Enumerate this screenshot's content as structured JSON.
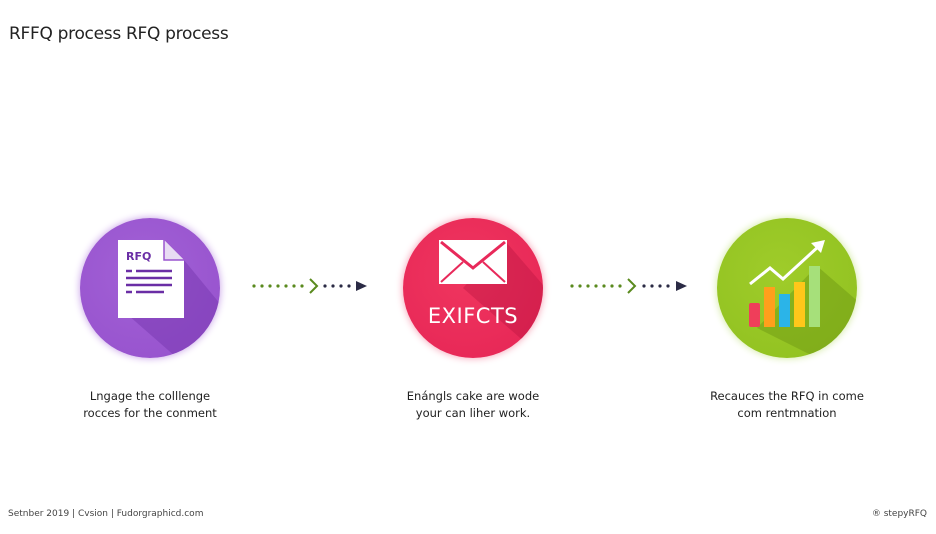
{
  "title": "RFFQ process RFQ process",
  "steps": [
    {
      "icon": "rfq-document-icon",
      "doc_label": "RFQ",
      "caption": [
        "Lngage the colllenge",
        "rocces for the conment"
      ],
      "color": "#9a55cf"
    },
    {
      "icon": "envelope-icon",
      "label": "EXIFCTS",
      "caption": [
        "Enángls cake are wode",
        "your can liher work."
      ],
      "color": "#e8295a"
    },
    {
      "icon": "bar-chart-growth-icon",
      "caption": [
        "Recauces the RFQ in come",
        "com rentmnation"
      ],
      "color": "#95c423"
    }
  ],
  "arrow_colors": {
    "green": "#5a8a1e",
    "dark": "#2b2b45"
  },
  "footer": {
    "left": "Setnber 2019 | Cvsion | Fudorgraphicd.com",
    "right": "® stepyRFQ"
  }
}
